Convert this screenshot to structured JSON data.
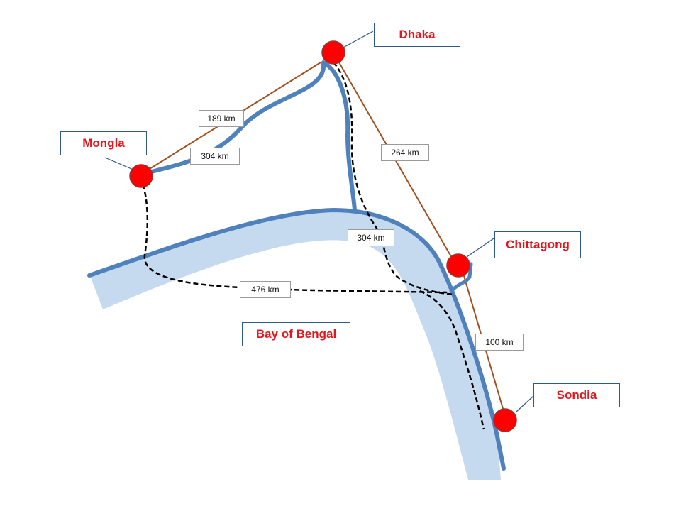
{
  "colors": {
    "sea_fill": "#c5d9ef",
    "route_blue": "#4f81bd",
    "straight_line": "#a0501e",
    "dashed_route": "#000000",
    "city_dot": "#ff0000",
    "city_text": "#e3171b",
    "label_border": "#2e5a87"
  },
  "cities": {
    "dhaka": "Dhaka",
    "mongla": "Mongla",
    "chittagong": "Chittagong",
    "sondia": "Sondia"
  },
  "sea": {
    "label": "Bay of Bengal"
  },
  "distances": {
    "dhaka_mongla_direct": "189 km",
    "dhaka_mongla_river": "304 km",
    "dhaka_chittagong_direct": "264 km",
    "dhaka_chittagong_river": "304 km",
    "mongla_chittagong_sea": "476 km",
    "chittagong_sondia": "100 km"
  }
}
